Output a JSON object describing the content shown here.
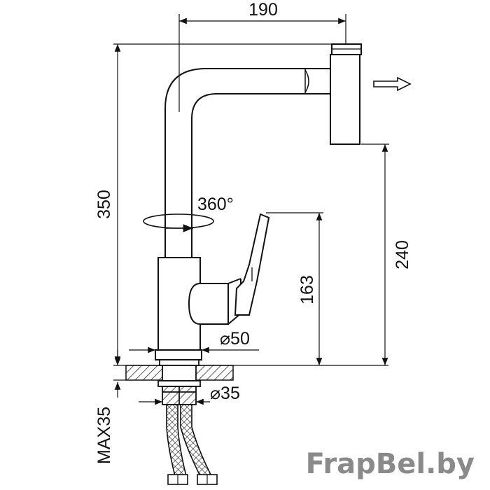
{
  "diagram": {
    "dimensions": {
      "spout_reach": "190",
      "total_height": "350",
      "spout_height": "240",
      "handle_height": "163",
      "rotation": "360°",
      "body_diameter": "⌀50",
      "thread_diameter": "⌀35",
      "max_counter_thickness": "MAX35"
    },
    "flow_direction": "arrow-right",
    "watermark": "FrapBel.by"
  }
}
